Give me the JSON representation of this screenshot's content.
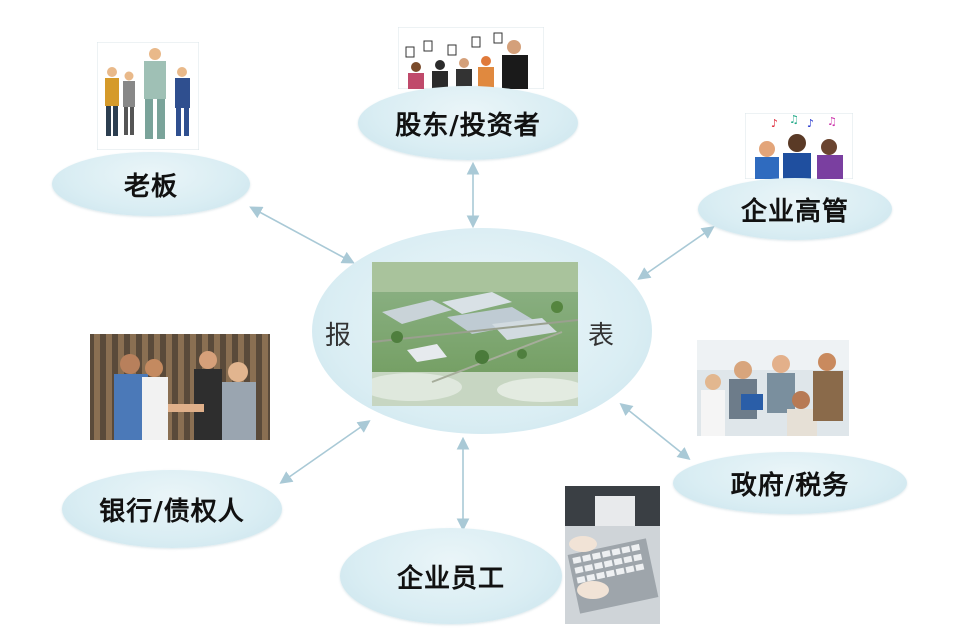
{
  "center": {
    "left_char": "报",
    "right_char": "表"
  },
  "nodes": {
    "boss": "老板",
    "shareholders": "股东/投资者",
    "executives": "企业高管",
    "government": "政府/税务",
    "employees": "企业员工",
    "banks": "银行/债权人"
  },
  "colors": {
    "ellipse_fill": "#d9edf3",
    "arrow": "#a9c9d6"
  },
  "icons": {
    "center_photo": "factory-aerial-photo",
    "boss": "business-people-clipart",
    "shareholders": "voting-crowd-clipart",
    "executives": "singing-group-clipart",
    "government": "office-meeting-photo",
    "employees": "keyboard-typing-photo",
    "banks": "handshake-photo"
  }
}
